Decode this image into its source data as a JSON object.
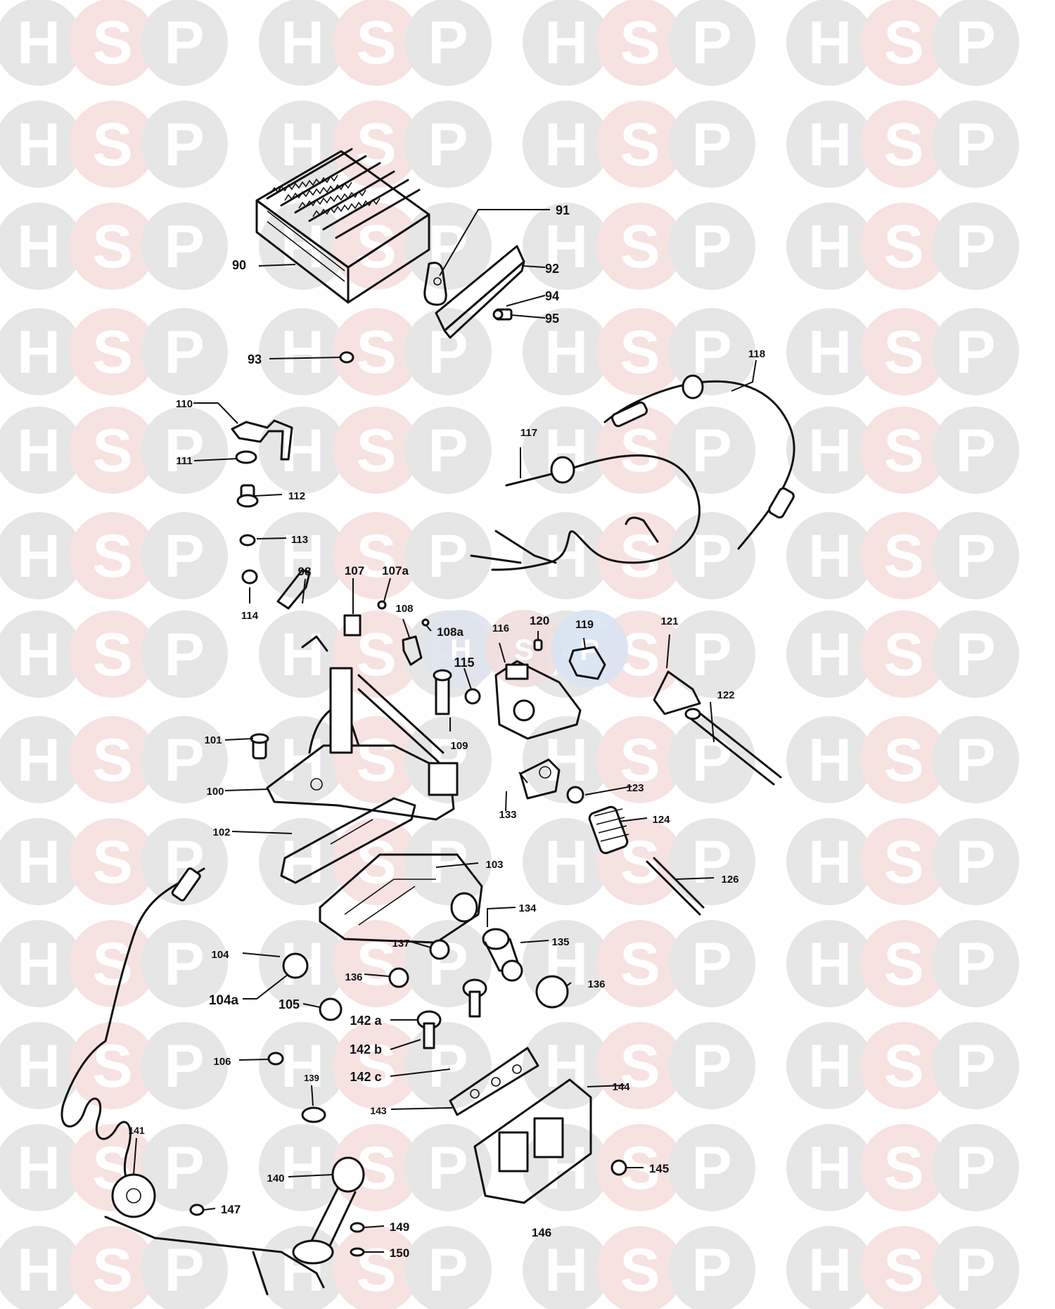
{
  "watermark": {
    "letters": [
      "H",
      "S",
      "P"
    ],
    "colors": [
      "#e6e6e6",
      "#f7e2e2",
      "#e6e6e6"
    ],
    "center_logo_colors": [
      "#dfe3ec",
      "#f1dede",
      "#d9e3f2"
    ]
  },
  "labels": [
    {
      "id": "90",
      "text": "90"
    },
    {
      "id": "91",
      "text": "91"
    },
    {
      "id": "92",
      "text": "92"
    },
    {
      "id": "93",
      "text": "93"
    },
    {
      "id": "94",
      "text": "94"
    },
    {
      "id": "95",
      "text": "95"
    },
    {
      "id": "98",
      "text": "98"
    },
    {
      "id": "100",
      "text": "100"
    },
    {
      "id": "101",
      "text": "101"
    },
    {
      "id": "102",
      "text": "102"
    },
    {
      "id": "103",
      "text": "103"
    },
    {
      "id": "104",
      "text": "104"
    },
    {
      "id": "104a",
      "text": "104a"
    },
    {
      "id": "105",
      "text": "105"
    },
    {
      "id": "106",
      "text": "106"
    },
    {
      "id": "107",
      "text": "107"
    },
    {
      "id": "107a",
      "text": "107a"
    },
    {
      "id": "108",
      "text": "108"
    },
    {
      "id": "108a",
      "text": "108a"
    },
    {
      "id": "109",
      "text": "109"
    },
    {
      "id": "110",
      "text": "110"
    },
    {
      "id": "111",
      "text": "111"
    },
    {
      "id": "112",
      "text": "112"
    },
    {
      "id": "113",
      "text": "113"
    },
    {
      "id": "114",
      "text": "114"
    },
    {
      "id": "115",
      "text": "115"
    },
    {
      "id": "116",
      "text": "116"
    },
    {
      "id": "117",
      "text": "117"
    },
    {
      "id": "118",
      "text": "118"
    },
    {
      "id": "119",
      "text": "119"
    },
    {
      "id": "120",
      "text": "120"
    },
    {
      "id": "121",
      "text": "121"
    },
    {
      "id": "122",
      "text": "122"
    },
    {
      "id": "123",
      "text": "123"
    },
    {
      "id": "124",
      "text": "124"
    },
    {
      "id": "126",
      "text": "126"
    },
    {
      "id": "133",
      "text": "133"
    },
    {
      "id": "134",
      "text": "134"
    },
    {
      "id": "135",
      "text": "135"
    },
    {
      "id": "136a",
      "text": "136"
    },
    {
      "id": "136b",
      "text": "136"
    },
    {
      "id": "137",
      "text": "137"
    },
    {
      "id": "139",
      "text": "139"
    },
    {
      "id": "140",
      "text": "140"
    },
    {
      "id": "141",
      "text": "141"
    },
    {
      "id": "142a",
      "text": "142 a"
    },
    {
      "id": "142b",
      "text": "142 b"
    },
    {
      "id": "142c",
      "text": "142 c"
    },
    {
      "id": "143",
      "text": "143"
    },
    {
      "id": "144",
      "text": "144"
    },
    {
      "id": "145",
      "text": "145"
    },
    {
      "id": "146",
      "text": "146"
    },
    {
      "id": "147",
      "text": "147"
    },
    {
      "id": "149",
      "text": "149"
    },
    {
      "id": "150",
      "text": "150"
    }
  ]
}
